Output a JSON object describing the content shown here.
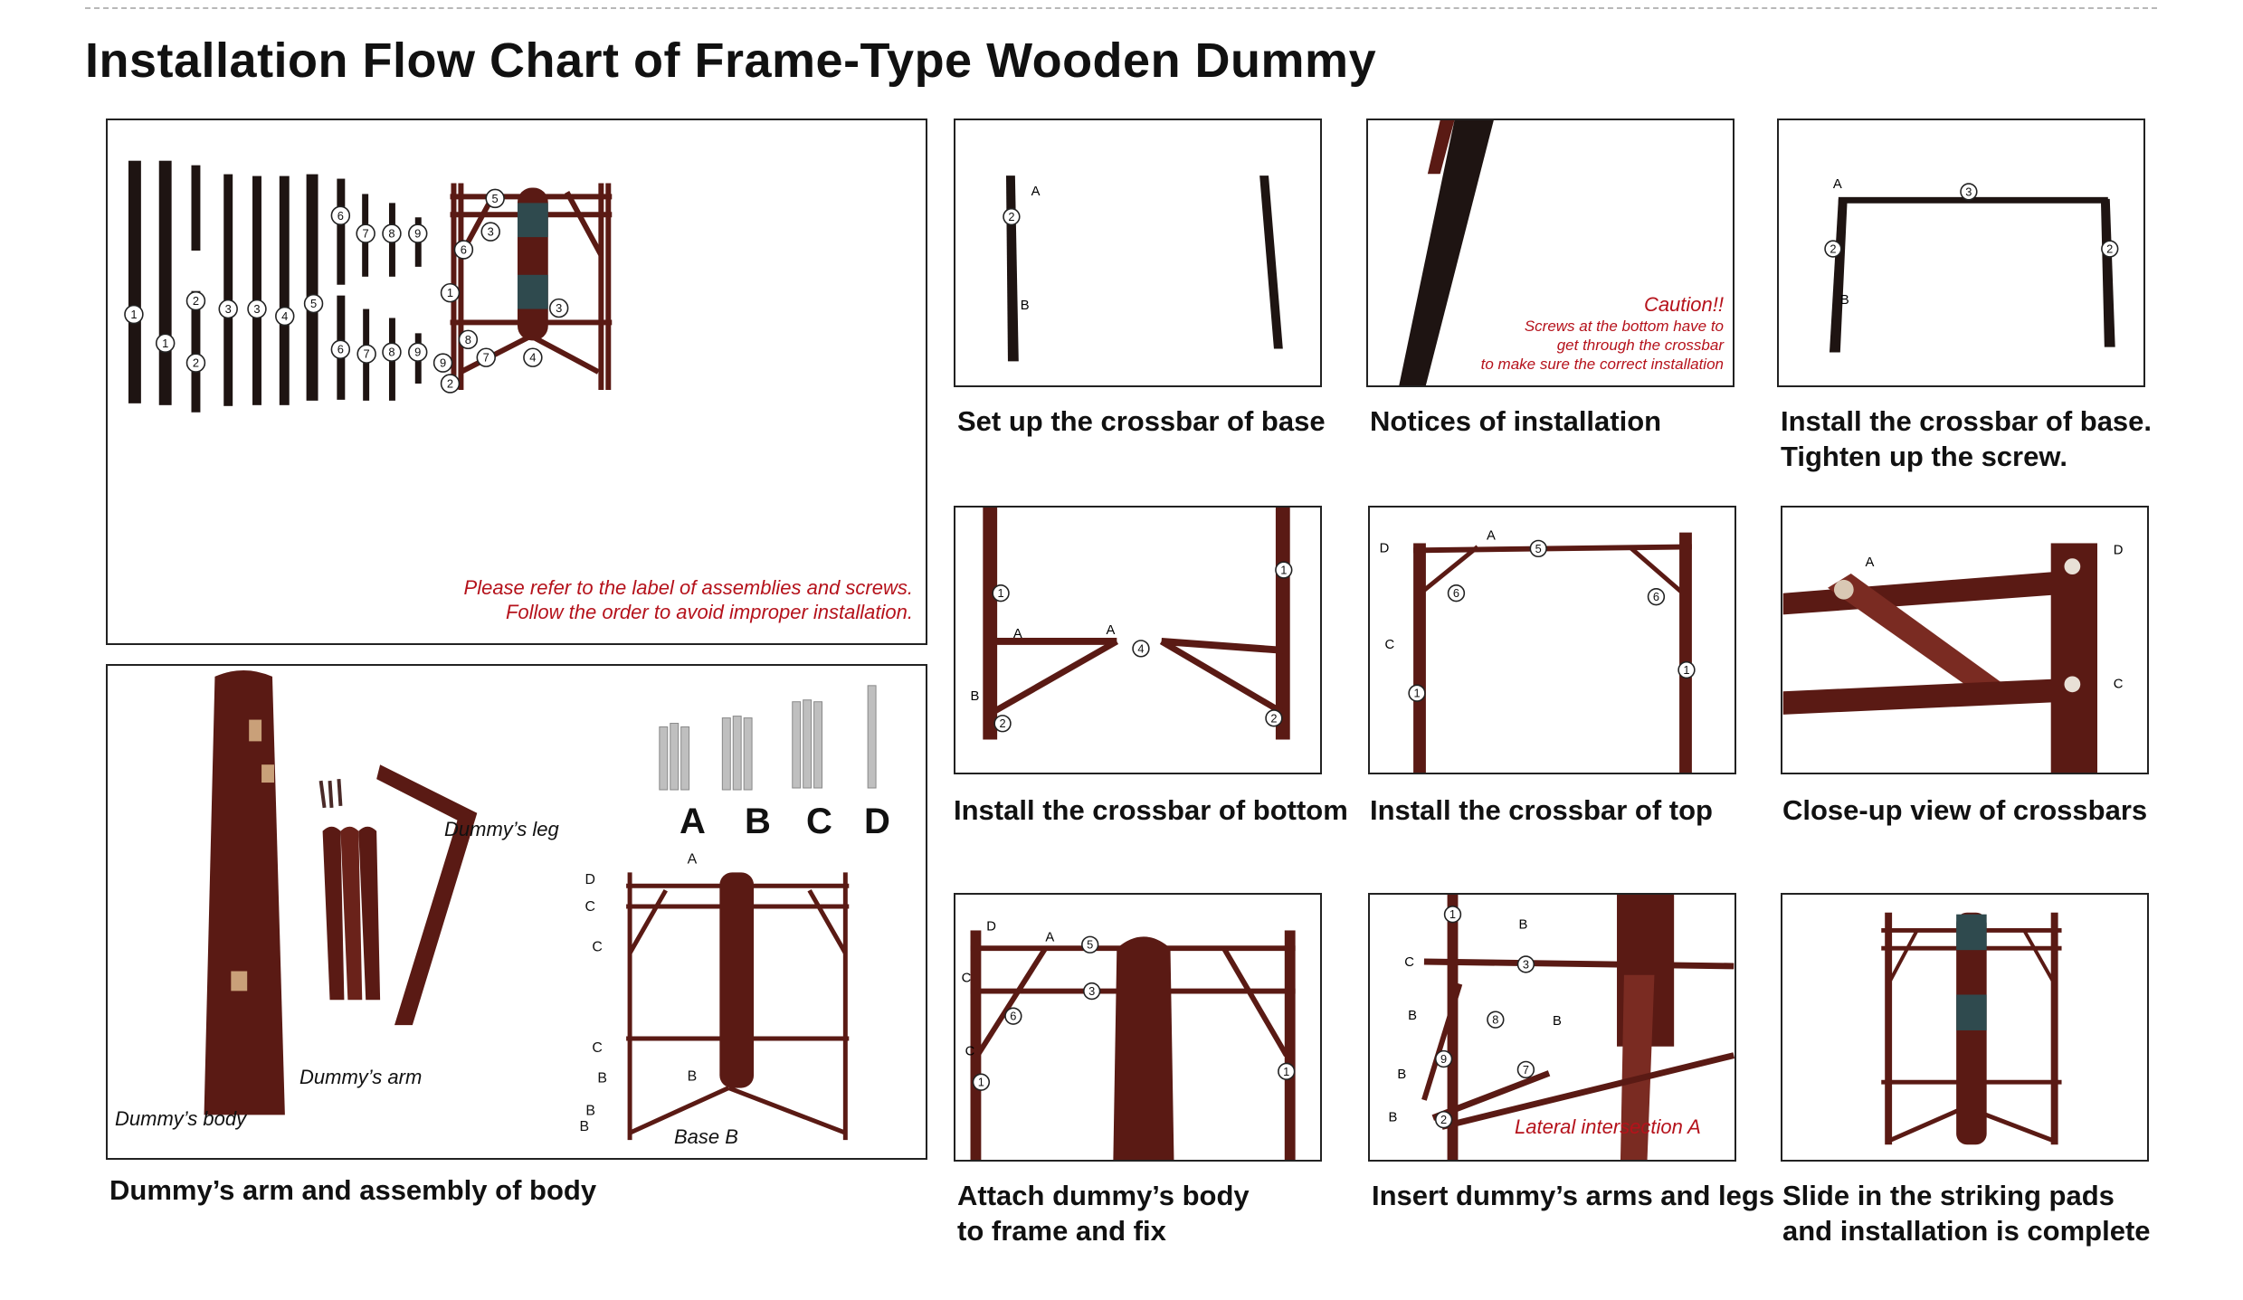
{
  "title": "Installation Flow Chart of Frame-Type Wooden Dummy",
  "parts_panel": {
    "note_line1": "Please refer to the label of assemblies and screws.",
    "note_line2": "Follow the order to avoid improper installation."
  },
  "body_panel": {
    "leg_label": "Dummy’s leg",
    "arm_label": "Dummy’s arm",
    "body_label": "Dummy’s body",
    "base_label": "Base B",
    "screw_letters": [
      "A",
      "B",
      "C",
      "D"
    ],
    "caption": "Dummy’s arm and assembly of body"
  },
  "steps": [
    {
      "caption_1": "Set up the crossbar of base",
      "caption_2": ""
    },
    {
      "caption_1": "Notices of installation",
      "caption_2": "",
      "caution_title": "Caution!!",
      "caution_line1": "Screws at the bottom have to",
      "caution_line2": "get through the crossbar",
      "caution_line3": "to make sure the correct installation"
    },
    {
      "caption_1": "Install the crossbar of base.",
      "caption_2": "Tighten up the screw."
    },
    {
      "caption_1": "Install the crossbar of bottom",
      "caption_2": ""
    },
    {
      "caption_1": "Install the crossbar of top",
      "caption_2": ""
    },
    {
      "caption_1": "Close-up view of crossbars",
      "caption_2": ""
    },
    {
      "caption_1": "Attach dummy’s body",
      "caption_2": "to frame and fix"
    },
    {
      "caption_1": "Insert  dummy’s arms and legs",
      "caption_2": "",
      "note": "Lateral intersection A"
    },
    {
      "caption_1": "Slide in the striking pads",
      "caption_2": "and installation is complete"
    }
  ],
  "colors": {
    "wood": "#5a1a14",
    "wood_light": "#7a2b22",
    "dark_bar": "#1e1412",
    "pad": "#2f4a4e",
    "note_red": "#b5121b"
  }
}
